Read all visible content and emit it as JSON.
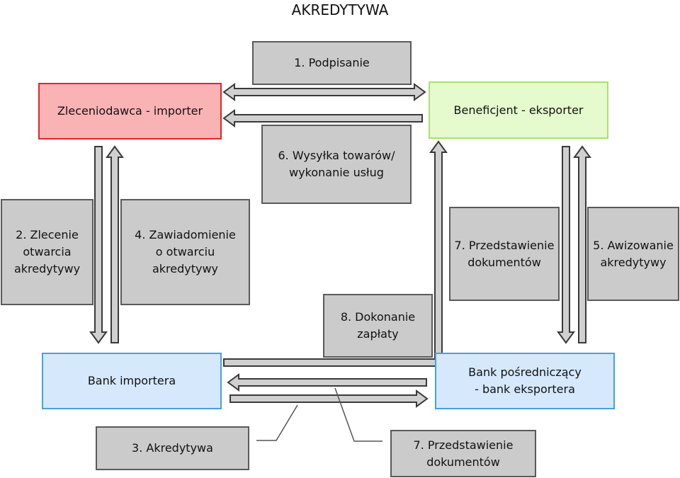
{
  "title": "AKREDYTYWA",
  "parties": {
    "importer": "Zleceniodawca - importer",
    "exporter": "Beneficjent - eksporter",
    "importer_bank": "Bank importera",
    "exporter_bank": "Bank pośredniczący\n- bank eksportera"
  },
  "steps": {
    "s1": "1. Podpisanie",
    "s2": "2. Zlecenie\notwarcia\nakredytywy",
    "s3": "3. Akredytywa",
    "s4": "4. Zawiadomienie\no otwarciu\nakredytywy",
    "s5": "5. Awizowanie\nakredytywy",
    "s6": "6. Wysyłka towarów/\nwykonanie usług",
    "s7a": "7. Przedstawienie\ndokumentów",
    "s7b": "7. Przedstawienie\ndokumentów",
    "s8": "8. Dokonanie\nzapłaty"
  },
  "colors": {
    "importer": "#f9b3b5",
    "exporter": "#e5fbcd",
    "bank": "#d6e8fb",
    "step": "#cbcbcb"
  }
}
